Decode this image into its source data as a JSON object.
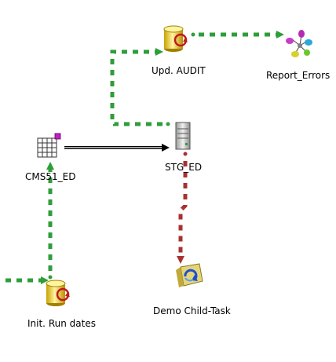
{
  "nodes": {
    "upd_audit": {
      "label": "Upd. AUDIT",
      "icon": "database-task-icon"
    },
    "report_errors": {
      "label": "Report_Errors",
      "icon": "molecule-report-icon"
    },
    "stg_ed": {
      "label": "STG_ED",
      "icon": "server-icon"
    },
    "cms51_ed": {
      "label": "CMS51_ED",
      "icon": "table-grid-icon"
    },
    "demo_child_task": {
      "label": "Demo Child-Task",
      "icon": "child-task-icon"
    },
    "init_run_dates": {
      "label": "Init. Run dates",
      "icon": "database-task-icon"
    }
  },
  "links": {
    "success": {
      "colors": [
        "#2e9e3a",
        "#ffffff"
      ],
      "meaning": "success"
    },
    "failure": {
      "colors": [
        "#a83232",
        "#ffffff"
      ],
      "meaning": "failure"
    },
    "data": {
      "colors": [
        "#000000"
      ],
      "meaning": "data-flow"
    }
  }
}
